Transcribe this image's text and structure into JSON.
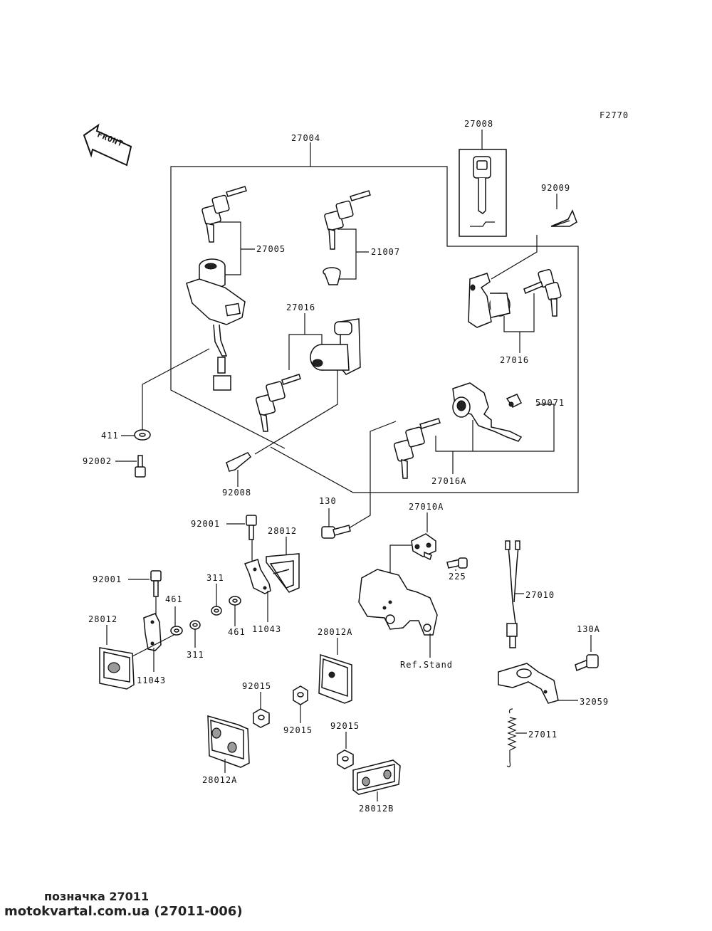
{
  "figure_code": "F2770",
  "front_label": "FRONT",
  "ref_stand_label": "Ref.Stand",
  "part_labels": {
    "p27004": "27004",
    "p27008": "27008",
    "p92009": "92009",
    "p27005": "27005",
    "p21007": "21007",
    "p27016_a": "27016",
    "p27016_b": "27016",
    "p59071": "59071",
    "p27016A": "27016A",
    "p411": "411",
    "p92002": "92002",
    "p92008": "92008",
    "p130": "130",
    "p27010A": "27010A",
    "p92001_a": "92001",
    "p28012_a": "28012",
    "p92001_b": "92001",
    "p311_a": "311",
    "p461_a": "461",
    "p461_b": "461",
    "p11043_a": "11043",
    "p225": "225",
    "p27010": "27010",
    "p28012_b": "28012",
    "p311_b": "311",
    "p11043_b": "11043",
    "p28012A_a": "28012A",
    "p130A": "130A",
    "p92015_a": "92015",
    "p92015_b": "92015",
    "p92015_c": "92015",
    "p32059": "32059",
    "p27011": "27011",
    "p28012A_b": "28012A",
    "p28012B": "28012B"
  },
  "caption": "позначка 27011",
  "source": "motokvartal.com.ua (27011-006)"
}
